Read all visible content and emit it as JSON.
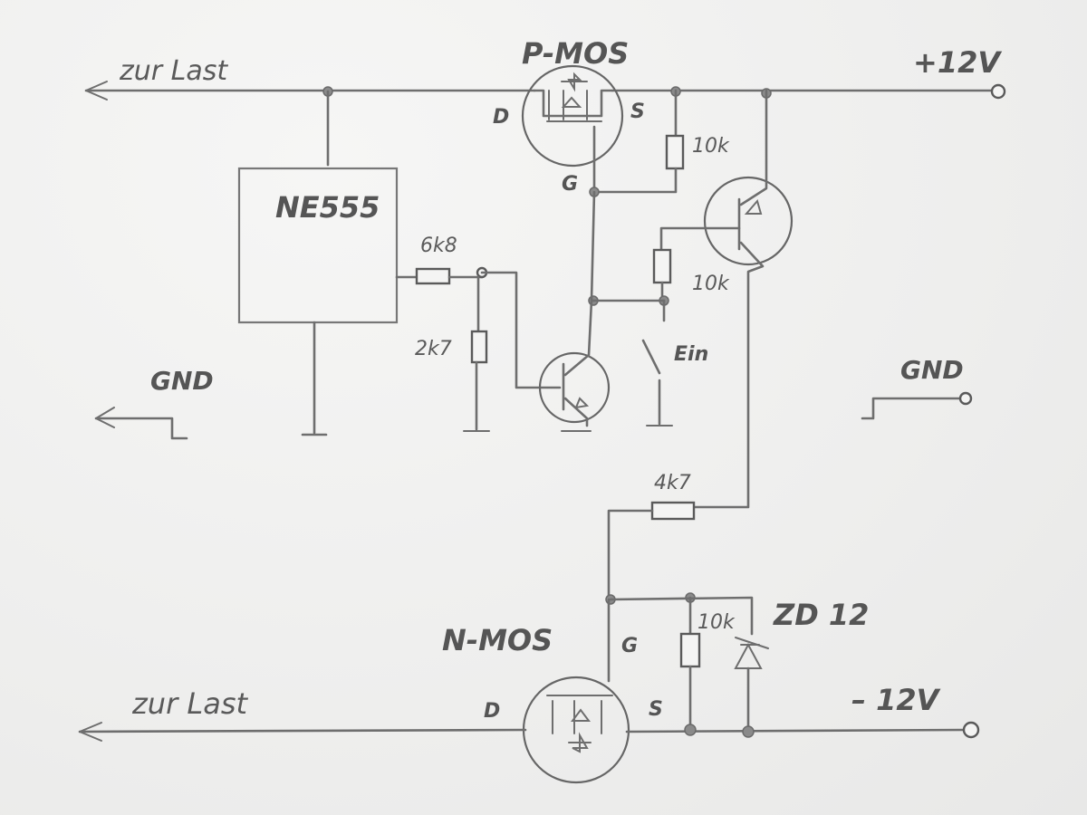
{
  "labels": {
    "load_top": "zur Last",
    "load_bottom": "zur Last",
    "pmos": "P-MOS",
    "nmos": "N-MOS",
    "plus12": "+12V",
    "minus12": "– 12V",
    "gnd_left": "GND",
    "gnd_right": "GND",
    "ne555": "NE555",
    "r_6k8": "6k8",
    "r_2k7": "2k7",
    "r_10k_a": "10k",
    "r_10k_b": "10k",
    "r_4k7": "4k7",
    "r_10k_c": "10k",
    "zener": "ZD 12",
    "switch": "Ein",
    "pmos_d": "D",
    "pmos_s": "S",
    "pmos_g": "G",
    "nmos_d": "D",
    "nmos_s": "S",
    "nmos_g": "G"
  },
  "colors": {
    "paper": "#f1f1f0",
    "pencil": "#6e6e6e"
  }
}
